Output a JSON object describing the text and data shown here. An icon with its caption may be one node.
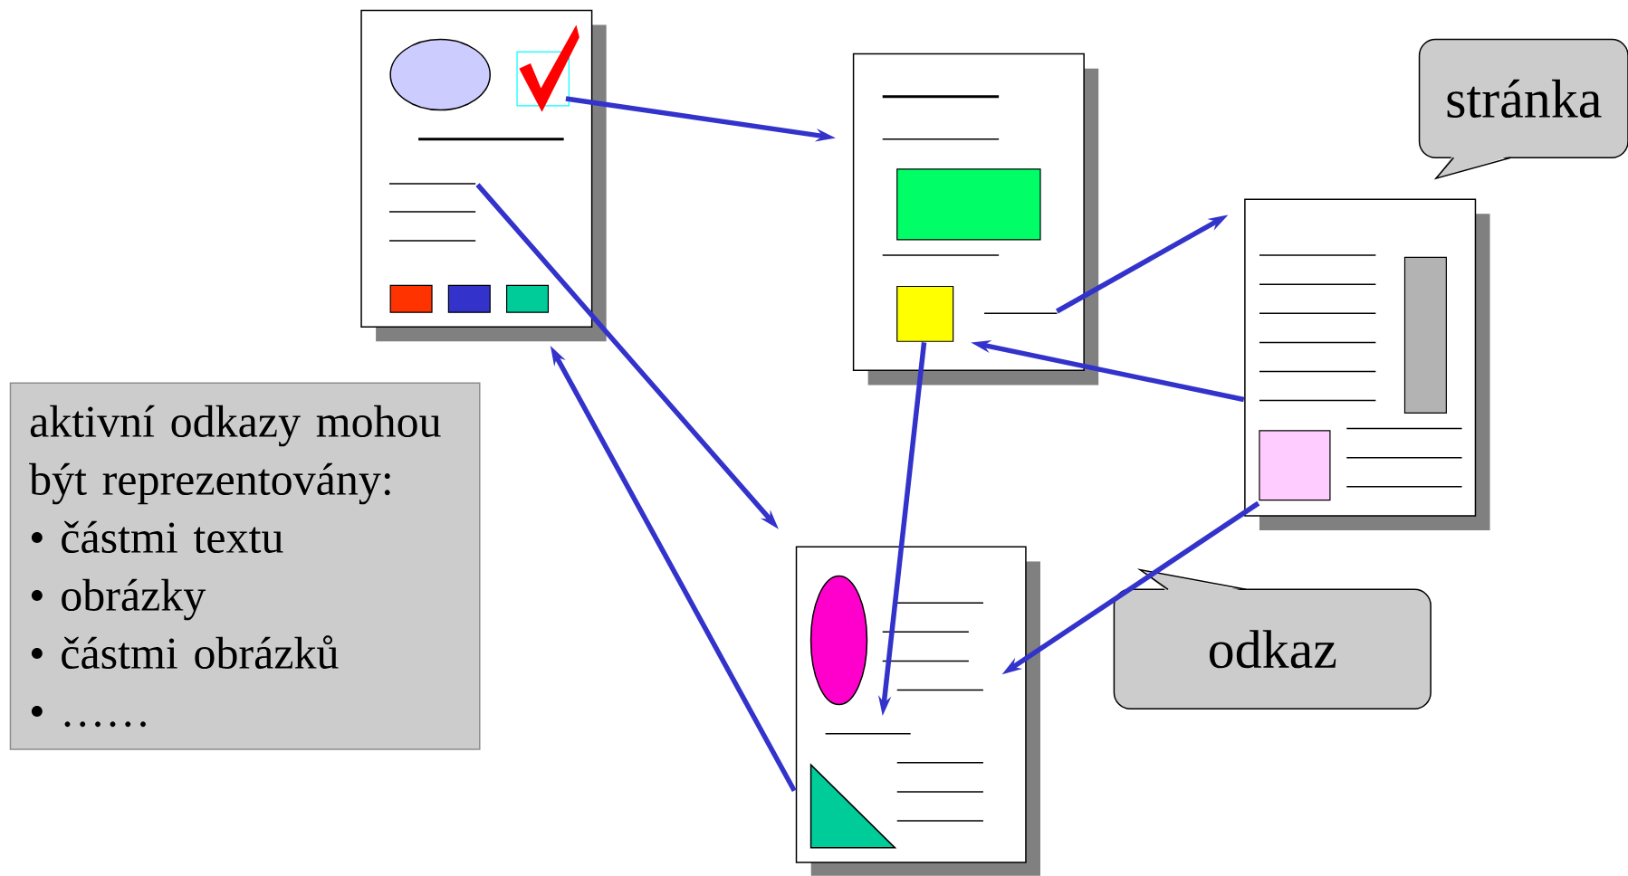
{
  "diagram": {
    "nodes": [
      {
        "text": [],
        "shape": "picture"
      },
      {
        "text": [],
        "shape": "picture"
      },
      {
        "text": [
          "stránka"
        ]
      },
      {
        "text": [],
        "shape": "picture"
      },
      {
        "text": [
          "aktivní odkazy mohou být reprezentovány:",
          "• částmi textu",
          "• obrázky",
          "• částmi obrázků",
          "• ……"
        ]
      },
      {
        "text": [
          "odkaz"
        ]
      },
      {
        "text": [],
        "shape": "picture"
      }
    ],
    "edges": [
      {
        "from": 0,
        "to": 1,
        "arrow": "to"
      },
      {
        "from": 0,
        "to": 6,
        "arrow": "to"
      },
      {
        "from": 6,
        "to": 0,
        "arrow": "to"
      },
      {
        "from": 1,
        "to": 3,
        "arrow": "to"
      },
      {
        "from": 3,
        "to": 1,
        "arrow": "to"
      },
      {
        "from": 1,
        "to": 6,
        "arrow": "to"
      },
      {
        "from": 3,
        "to": 6,
        "arrow": "to"
      }
    ]
  }
}
